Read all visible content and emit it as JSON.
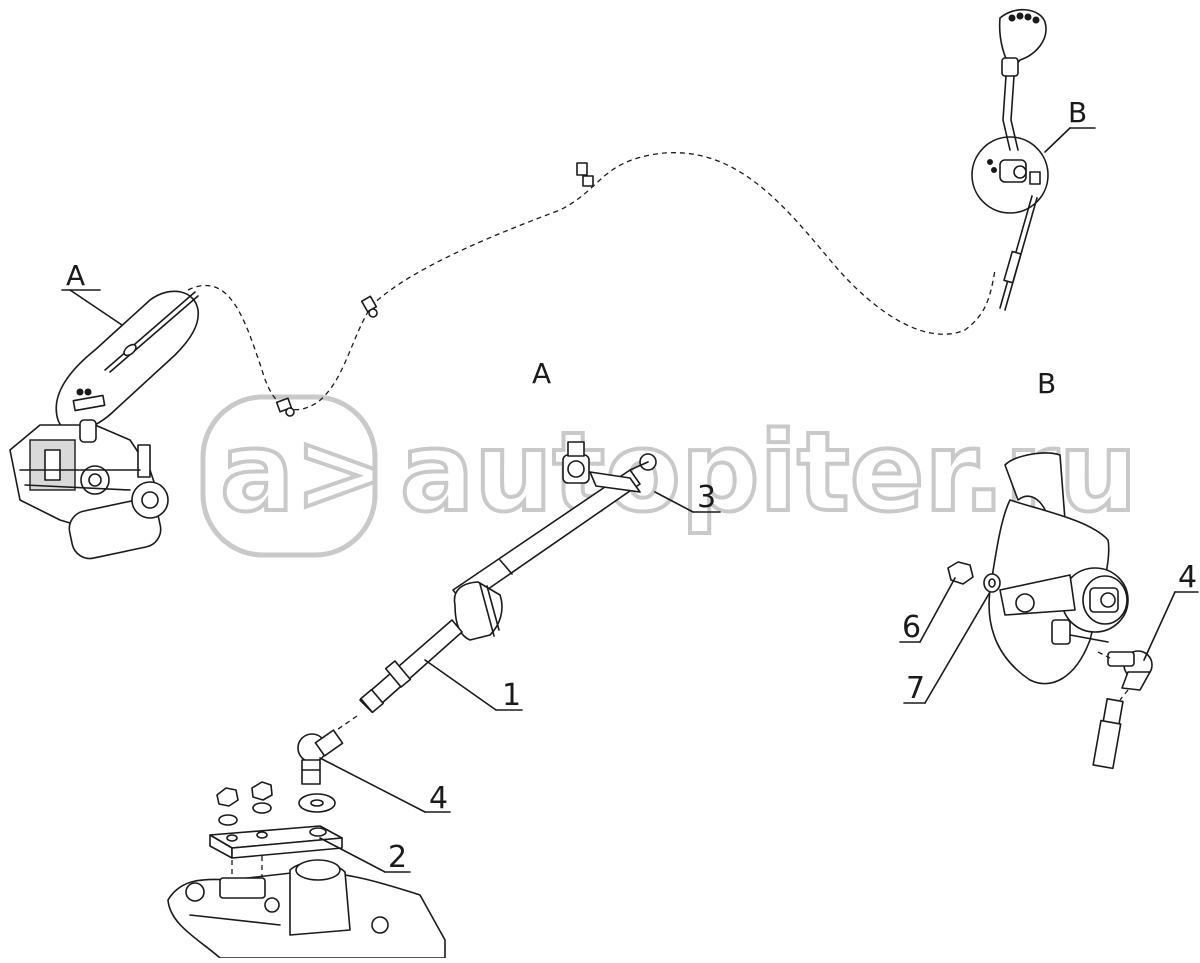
{
  "section_labels": {
    "A_detail": "A",
    "B_detail": "B",
    "A_view": "A",
    "B_view": "B"
  },
  "callouts": [
    "1",
    "2",
    "3",
    "4",
    "4",
    "6",
    "7"
  ],
  "watermark": {
    "logo_text": "a>",
    "site_text": "autopiter.ru"
  },
  "colors": {
    "line": "#1a1a1a",
    "watermark": "#c9c9c9",
    "background": "#ffffff"
  }
}
